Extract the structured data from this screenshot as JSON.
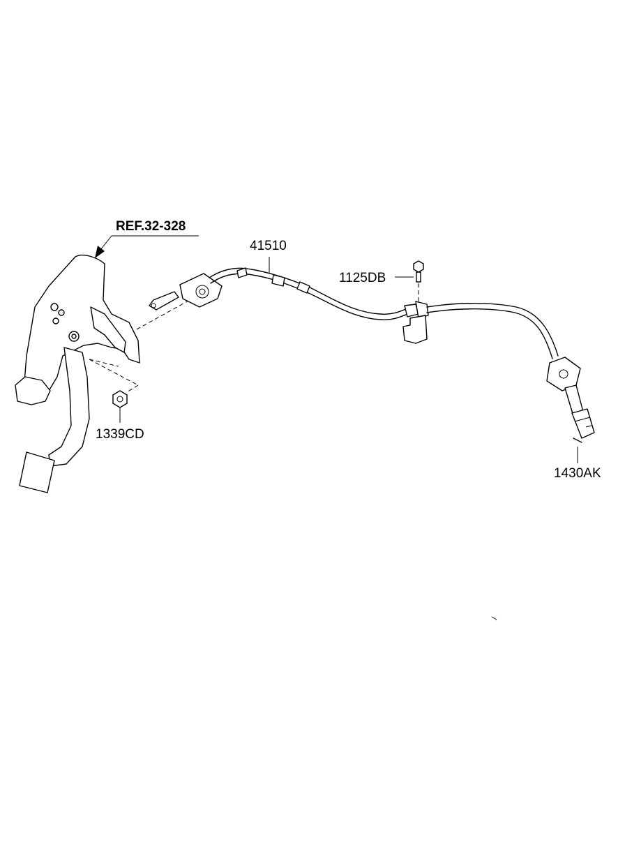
{
  "labels": {
    "ref": "REF.32-328",
    "cable": "41510",
    "bolt": "1125DB",
    "nut": "1339CD",
    "pin": "1430AK"
  }
}
